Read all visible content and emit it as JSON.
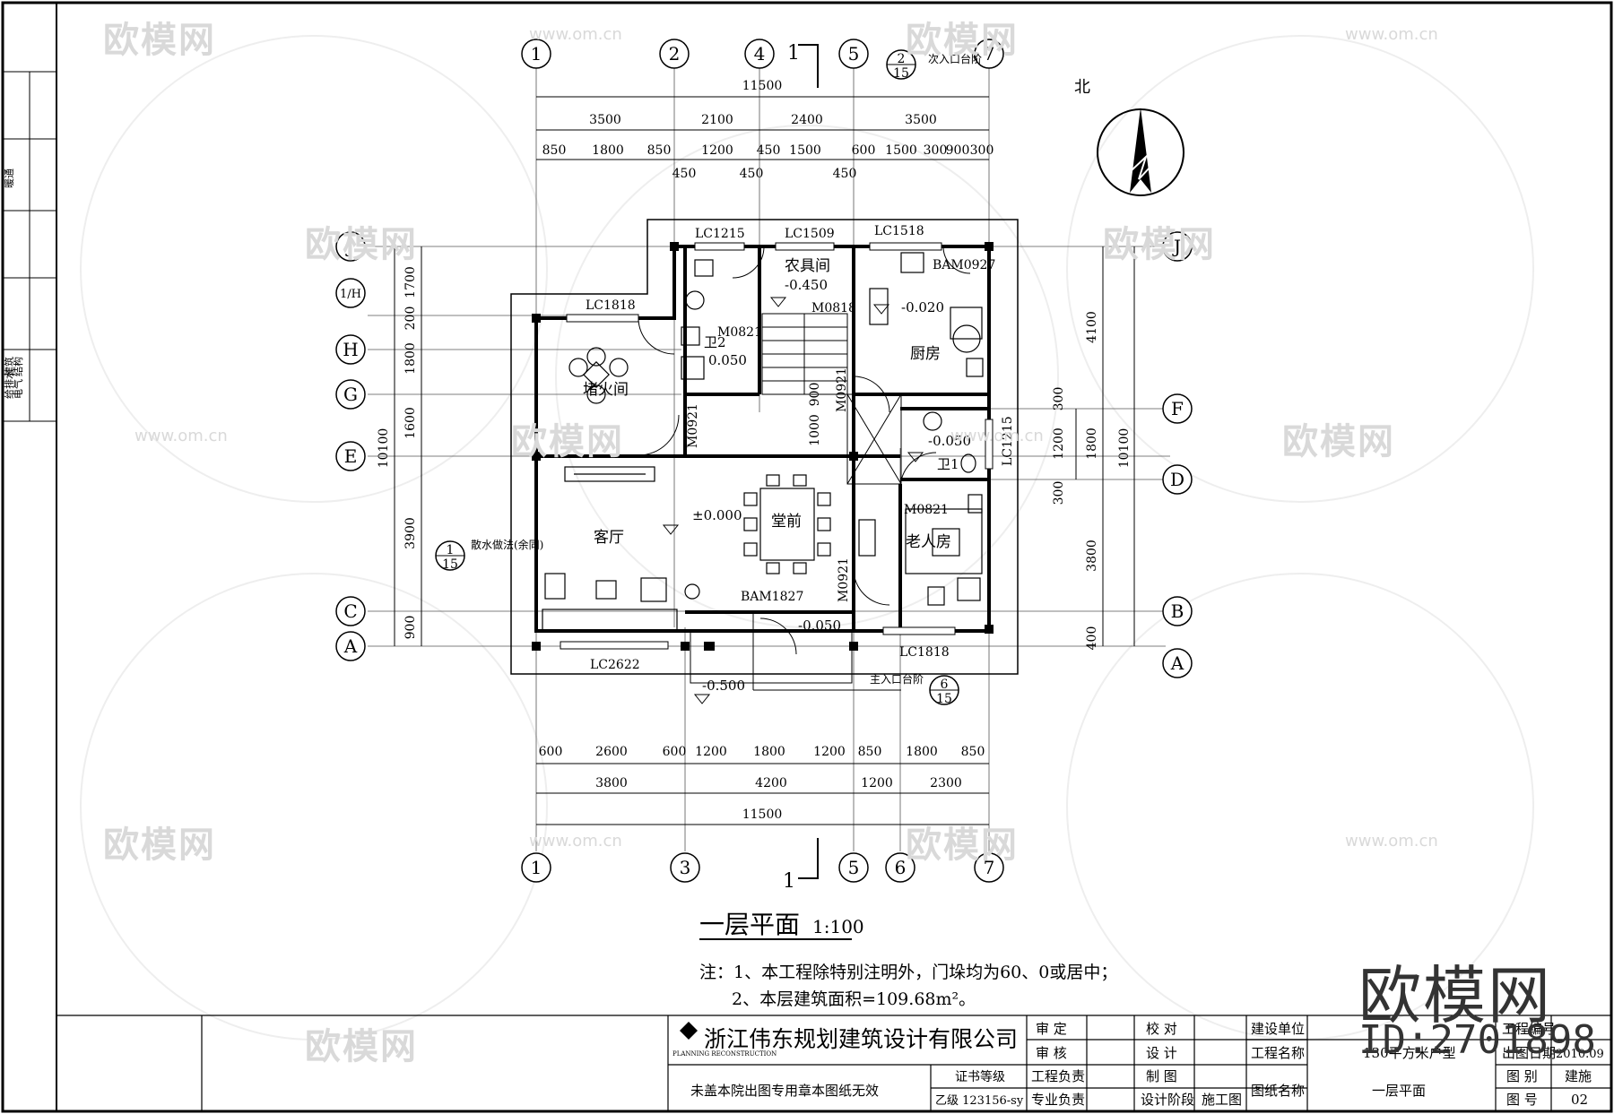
{
  "drawing": {
    "title": "一层平面",
    "scale": "1:100",
    "north_label": "北",
    "notes": [
      "注：1、本工程除特别注明外，门垛均为60、0或居中；",
      "2、本层建筑面积=109.68m²。"
    ],
    "axes_top": [
      "1",
      "2",
      "4",
      "5",
      "7"
    ],
    "axes_bottom": [
      "1",
      "3",
      "5",
      "6",
      "7"
    ],
    "axes_left": [
      "J",
      "1/H",
      "H",
      "G",
      "E",
      "C",
      "A"
    ],
    "axes_right": [
      "J",
      "F",
      "D",
      "B",
      "A"
    ],
    "section_mark": "1",
    "dims_top_total": "11500",
    "dims_top_row2": [
      "3500",
      "2100",
      "2400",
      "3500"
    ],
    "dims_top_row3": [
      "850",
      "1800",
      "850",
      "1200",
      "450",
      "1500",
      "600",
      "1500",
      "300",
      "900",
      "300"
    ],
    "dims_top_small": [
      "450",
      "450",
      "450"
    ],
    "dims_bottom_row1": [
      "600",
      "2600",
      "600",
      "1200",
      "1800",
      "1200",
      "850",
      "1800",
      "850"
    ],
    "dims_bottom_row2": [
      "3800",
      "4200",
      "1200",
      "2300"
    ],
    "dims_bottom_total": "11500",
    "dims_left_total": "10100",
    "dims_left": [
      "1700",
      "200",
      "1800",
      "1600",
      "3900",
      "900"
    ],
    "dims_right_total": "10100",
    "dims_right": [
      "4100",
      "300",
      "1200",
      "300",
      "3800",
      "400"
    ],
    "dims_right_inner": [
      "1800"
    ],
    "windows": [
      "LC1215",
      "LC1509",
      "LC1518",
      "LC1818",
      "LC2622",
      "LC1818",
      "LC1215"
    ],
    "doors": [
      "BAM0927",
      "M0818",
      "M0821",
      "M0921",
      "M0921",
      "M0921",
      "M0821",
      "BAM1827"
    ],
    "rooms": [
      "农具间",
      "厨房",
      "卫2",
      "卫1",
      "堵火间",
      "客厅",
      "堂前",
      "老人房"
    ],
    "levels": [
      "-0.450",
      "-0.020",
      "0.050",
      "-0.050",
      "±0.000",
      "-0.050",
      "-0.500"
    ],
    "detail_refs": [
      {
        "num": "2",
        "sheet": "15",
        "label": "次入口台阶"
      },
      {
        "num": "6",
        "sheet": "15",
        "label": "主入口台阶"
      },
      {
        "num": "1",
        "sheet": "15",
        "label": "散水做法(余同)"
      }
    ],
    "column_dim_misc": [
      "900",
      "1000"
    ]
  },
  "title_block": {
    "company": "浙江伟东规划建筑设计有限公司",
    "logo_text": "PLANNING RECONSTRUCTION",
    "stamp_note": "未盖本院出图专用章本图纸无效",
    "cert_label": "证书等级",
    "cert_value": "乙级 123156-sy",
    "roles_col1": [
      "审  定",
      "审  核",
      "工程负责",
      "专业负责"
    ],
    "roles_col2": [
      "校  对",
      "设  计",
      "制  图",
      "设计阶段"
    ],
    "stage": "施工图",
    "client_label": "建设单位",
    "project_label": "工程名称",
    "project_value": "130平方米户型",
    "drawing_name_label": "图纸名称",
    "drawing_name_value": "一层平面",
    "project_no_label": "工程编号",
    "date_label": "出图日期",
    "date_value": "2010.09",
    "category_label": "图  别",
    "category_value": "建施",
    "sheet_no_label": "图  号",
    "sheet_no_value": "02"
  },
  "left_strip": [
    "建筑",
    "结构",
    "给排水",
    "电气",
    "暖通"
  ],
  "watermark": {
    "brand": "欧模网",
    "url": "www.om.cn",
    "id": "ID:2701898"
  }
}
